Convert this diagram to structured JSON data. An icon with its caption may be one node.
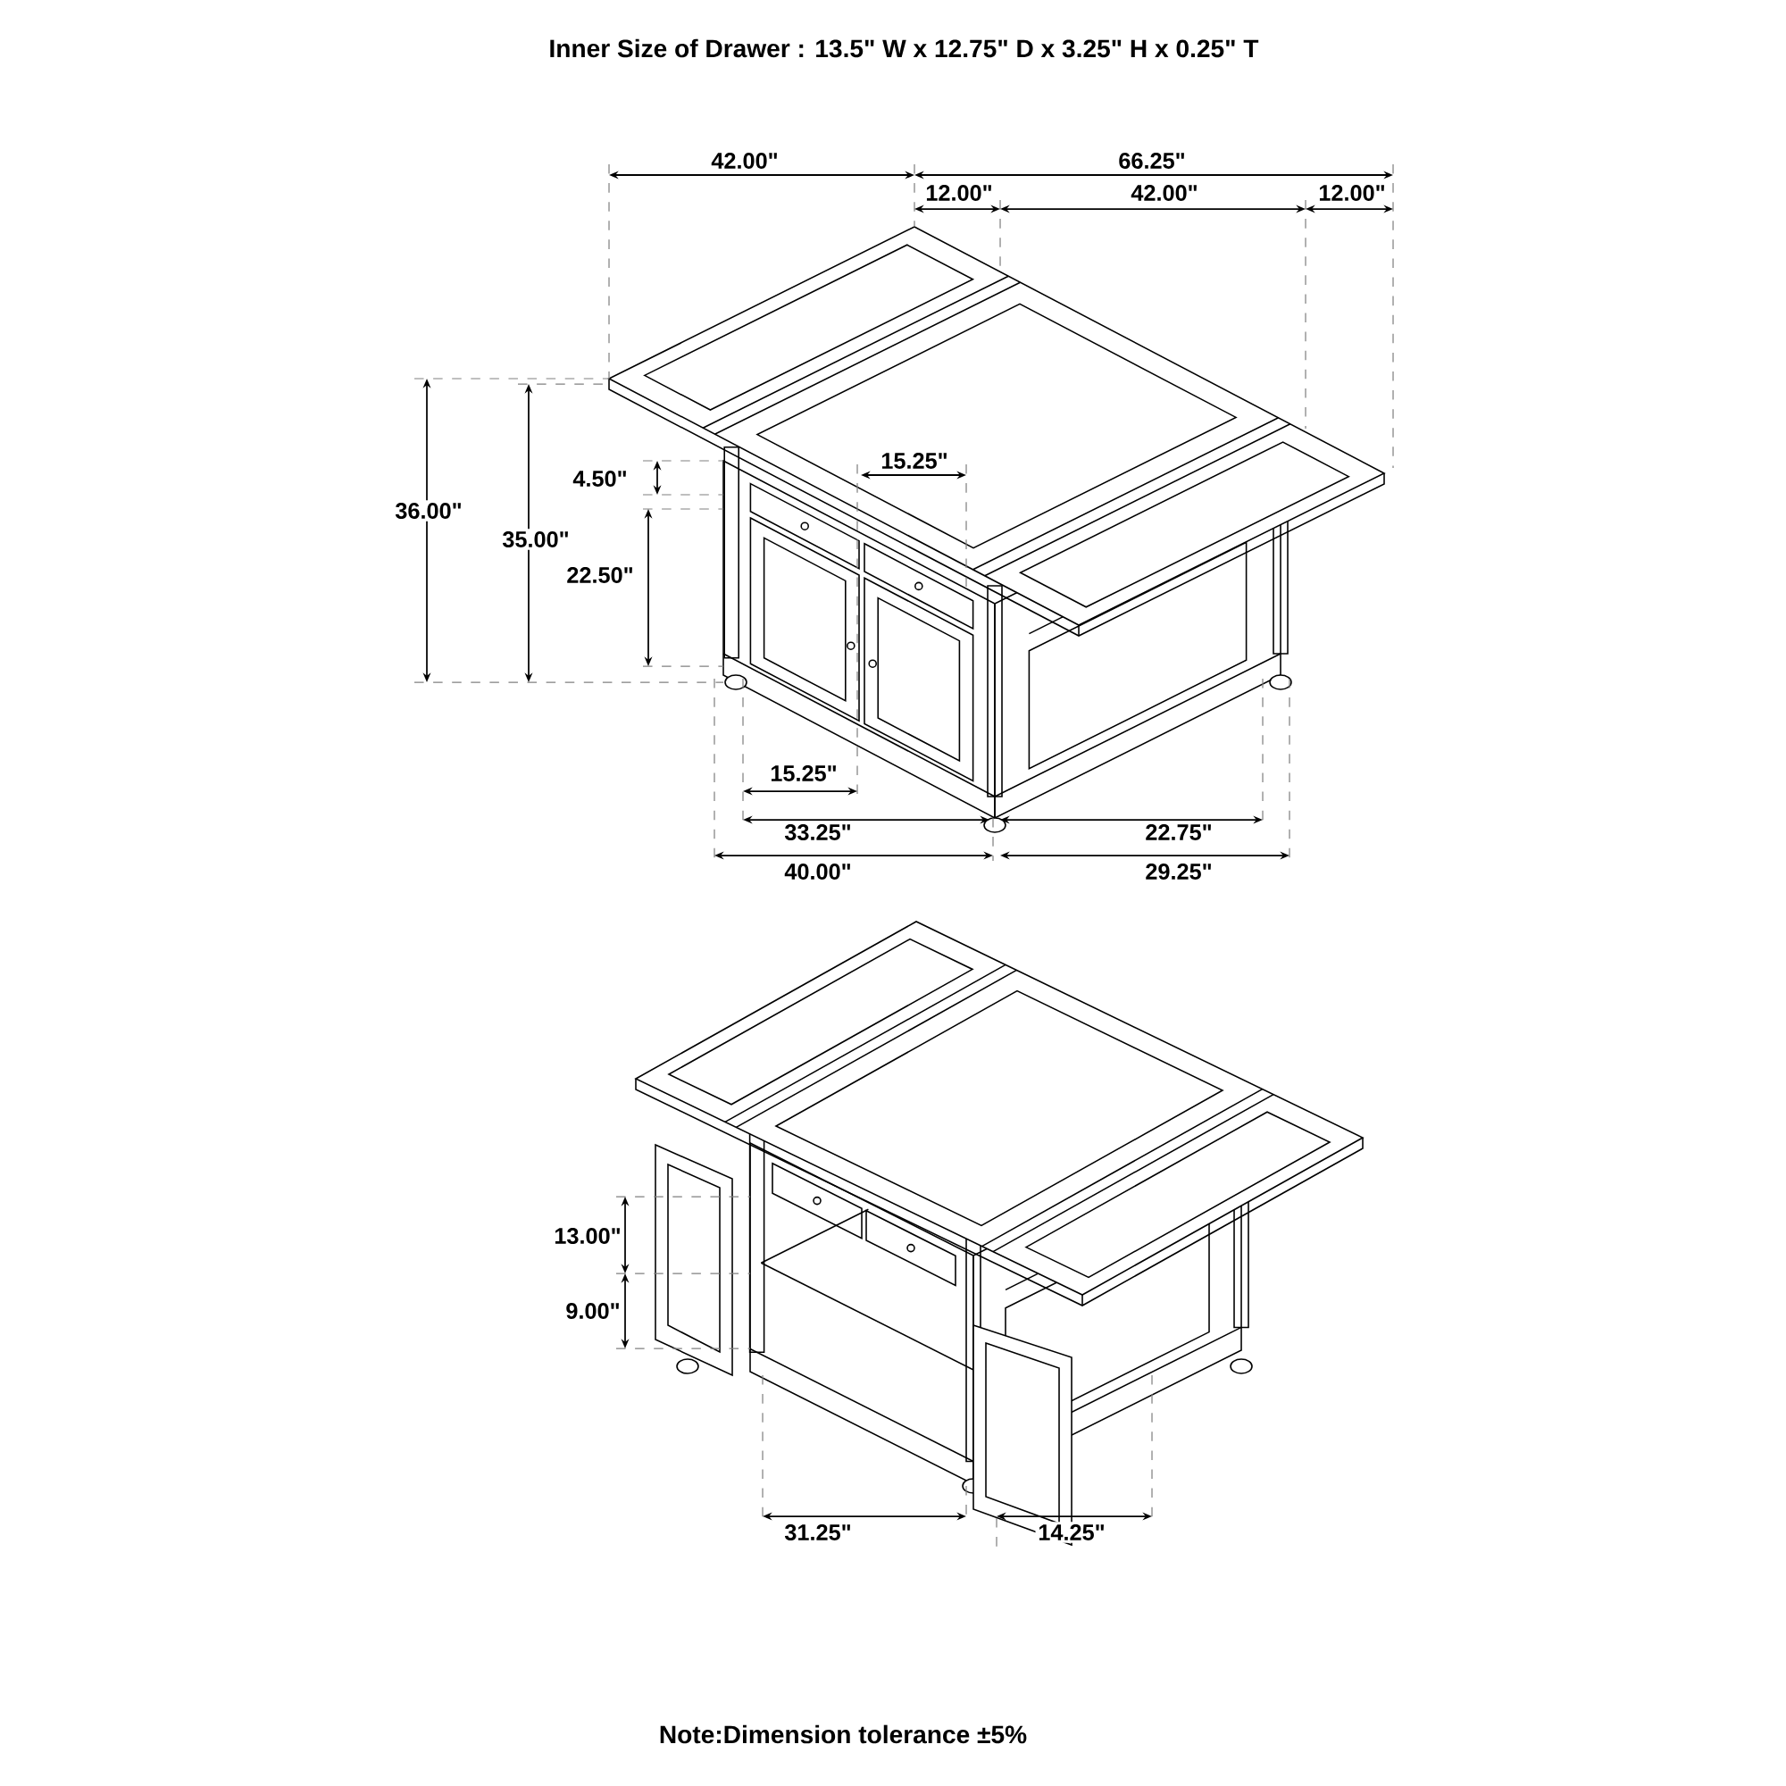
{
  "diagram": {
    "title": "Inner Size of Drawer : 13.5\" W x 12.75\" D x 3.25\" H x 0.25\" T",
    "caption": "Note:Dimension tolerance ±5%",
    "labels": [
      "42.00\"",
      "66.25\"",
      "12.00\"",
      "42.00\"",
      "12.00\"",
      "15.25\"",
      "4.50\"",
      "36.00\"",
      "35.00\"",
      "22.50\"",
      "15.25\"",
      "33.25\"",
      "22.75\"",
      "40.00\"",
      "29.25\"",
      "13.00\"",
      "9.00\"",
      "31.25\"",
      "14.25\""
    ]
  }
}
